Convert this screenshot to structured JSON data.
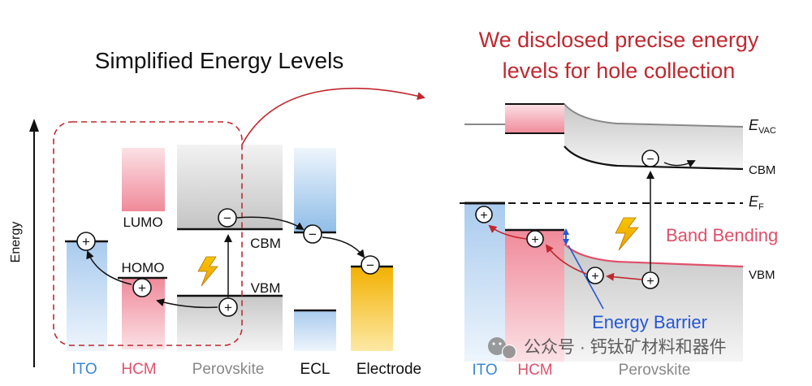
{
  "left": {
    "title": "Simplified Energy Levels",
    "axis_label": "Energy",
    "levels": {
      "lumo": "LUMO",
      "homo": "HOMO",
      "cbm": "CBM",
      "vbm": "VBM"
    },
    "layers": {
      "ito": "ITO",
      "hcm": "HCM",
      "perovskite": "Perovskite",
      "ecl": "ECL",
      "electrode": "Electrode"
    }
  },
  "right": {
    "title_line1": "We disclosed precise energy",
    "title_line2": "levels for hole collection",
    "levels": {
      "e_vac_main": "E",
      "e_vac_sub": "VAC",
      "cbm": "CBM",
      "e_f_main": "E",
      "e_f_sub": "F",
      "vbm": "VBM"
    },
    "band_bending": "Band Bending",
    "energy_barrier": "Energy Barrier",
    "layers": {
      "ito": "ITO",
      "hcm": "HCM",
      "perovskite": "Perovskite"
    }
  },
  "watermark": {
    "text": "公众号 · 钙钛矿材料和器件"
  },
  "symbols": {
    "plus": "+",
    "minus": "−"
  },
  "colors": {
    "ito": "#3a87d0",
    "hcm": "#e0506a",
    "perovskite": "#888888",
    "title_red": "#c0282f",
    "band_bending": "#e0506a",
    "energy_barrier": "#2457d6",
    "electrode": "#f2b100"
  }
}
